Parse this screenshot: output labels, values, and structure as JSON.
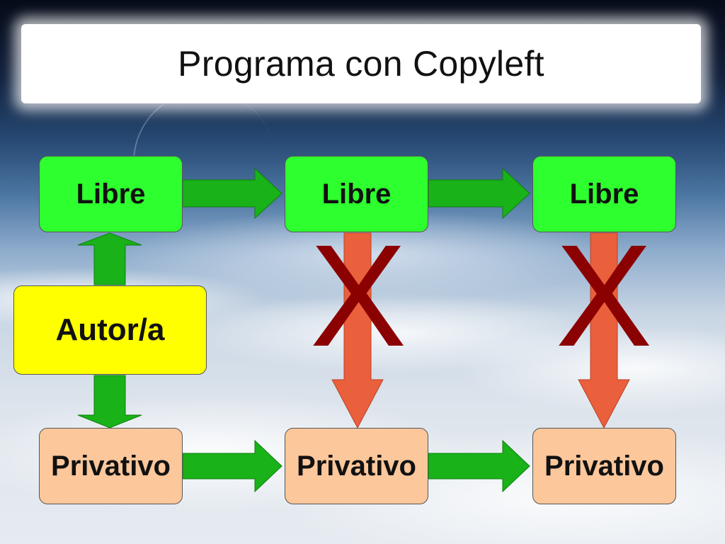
{
  "title": "Programa con Copyleft",
  "nodes": {
    "author": "Autor/a",
    "libre": [
      "Libre",
      "Libre",
      "Libre"
    ],
    "privativo": [
      "Privativo",
      "Privativo",
      "Privativo"
    ]
  },
  "blocked_mark": "X",
  "colors": {
    "libre_fill": "#2eff2e",
    "author_fill": "#ffff00",
    "privativo_fill": "#fbc79b",
    "allowed_arrow": "#19b219",
    "blocked_arrow": "#ea5f3c",
    "blocked_mark": "#8b0000"
  }
}
